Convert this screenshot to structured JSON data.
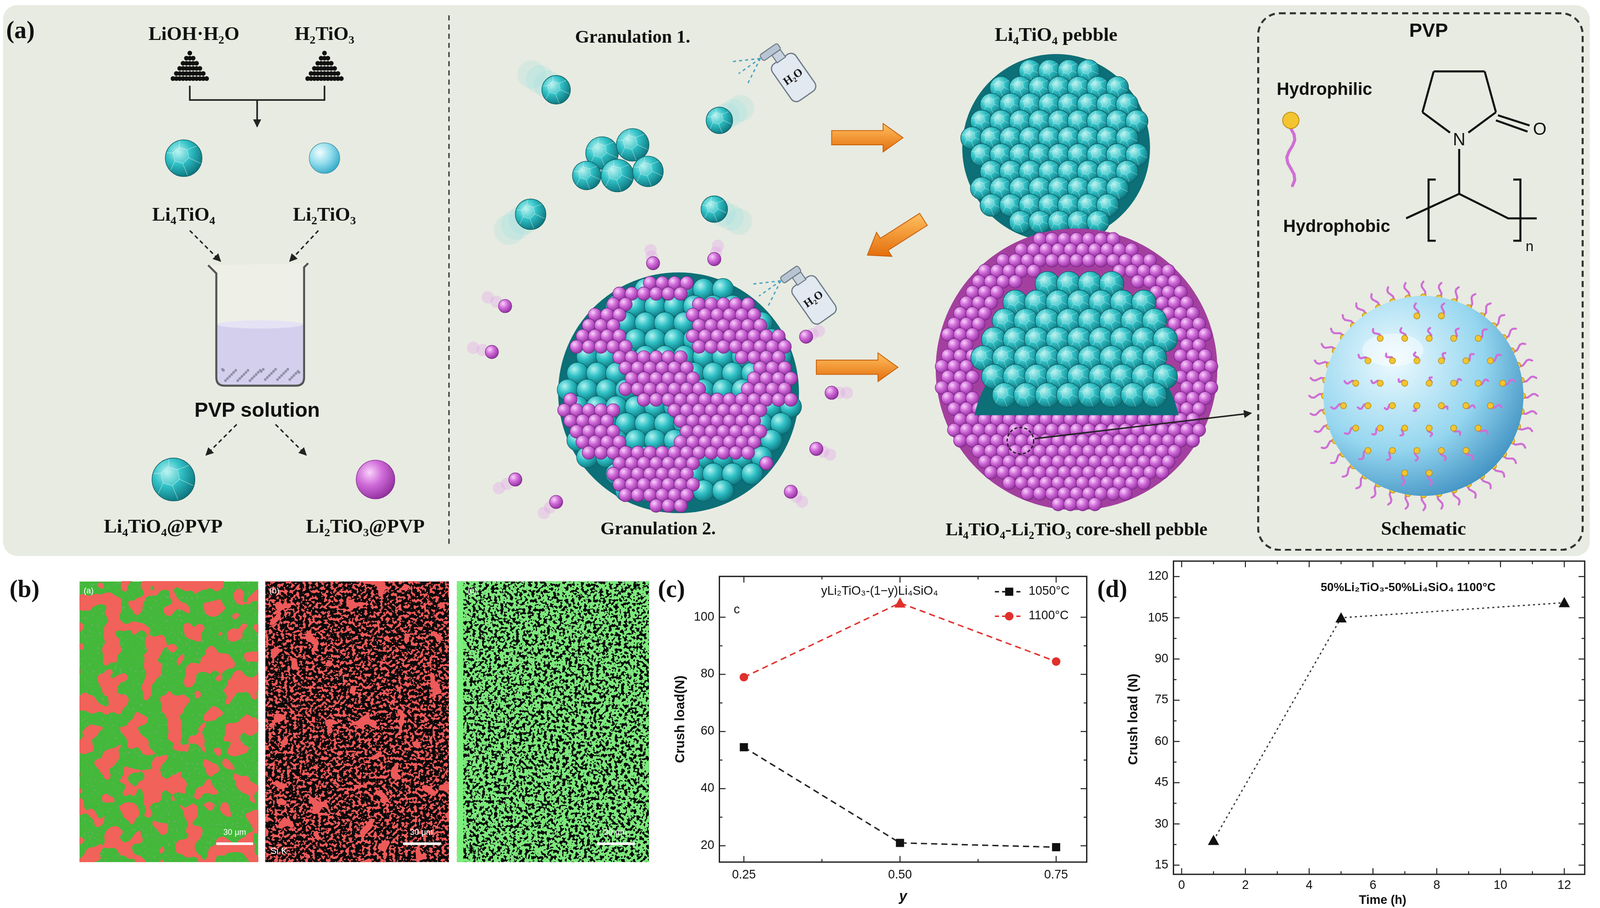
{
  "diagram": {
    "nodes": [
      {
        "text": [
          "(a)"
        ]
      },
      {
        "text": [
          "PVP",
          "Hydrophilic",
          "Hydrophobic",
          "Schematic"
        ],
        "in": 0
      }
    ],
    "labels": [
      "LiOH·H₂O",
      "H₂TiO₃",
      "Li₄TiO₄",
      "Li₂TiO₃",
      "PVP solution",
      "Li₄TiO₄@PVP",
      "Li₂TiO₃@PVP",
      "Granulation 1.",
      "H₂O",
      "Li₄TiO₄ pebble",
      "H₂O",
      "Granulation 2.",
      "Li₄TiO₄-Li₂TiO₃ core-shell pebble",
      "N",
      "O",
      "n",
      "(b)",
      "(a)",
      "30 μm",
      "(b)",
      "Si K",
      "30 μm",
      "(c)",
      "Ti K",
      "30 μm",
      "(c)",
      "c",
      "yLi₂TiO₃-(1−y)Li₄SiO₄",
      "Crush load(N)",
      "100",
      "80",
      "60",
      "40",
      "20",
      "0.25",
      "0.50",
      "0.75",
      "y",
      "(d)",
      "50%Li₂TiO₃-50%Li₄SiO₄ 1100°C",
      "Crush load (N)",
      "120",
      "105",
      "90",
      "75",
      "60",
      "45",
      "30",
      "15",
      "0",
      "2",
      "4",
      "6",
      "8",
      "10",
      "12",
      "Time (h)"
    ],
    "legend": [
      {
        "text": "1050°C"
      },
      {
        "text": "1100°C"
      }
    ]
  }
}
